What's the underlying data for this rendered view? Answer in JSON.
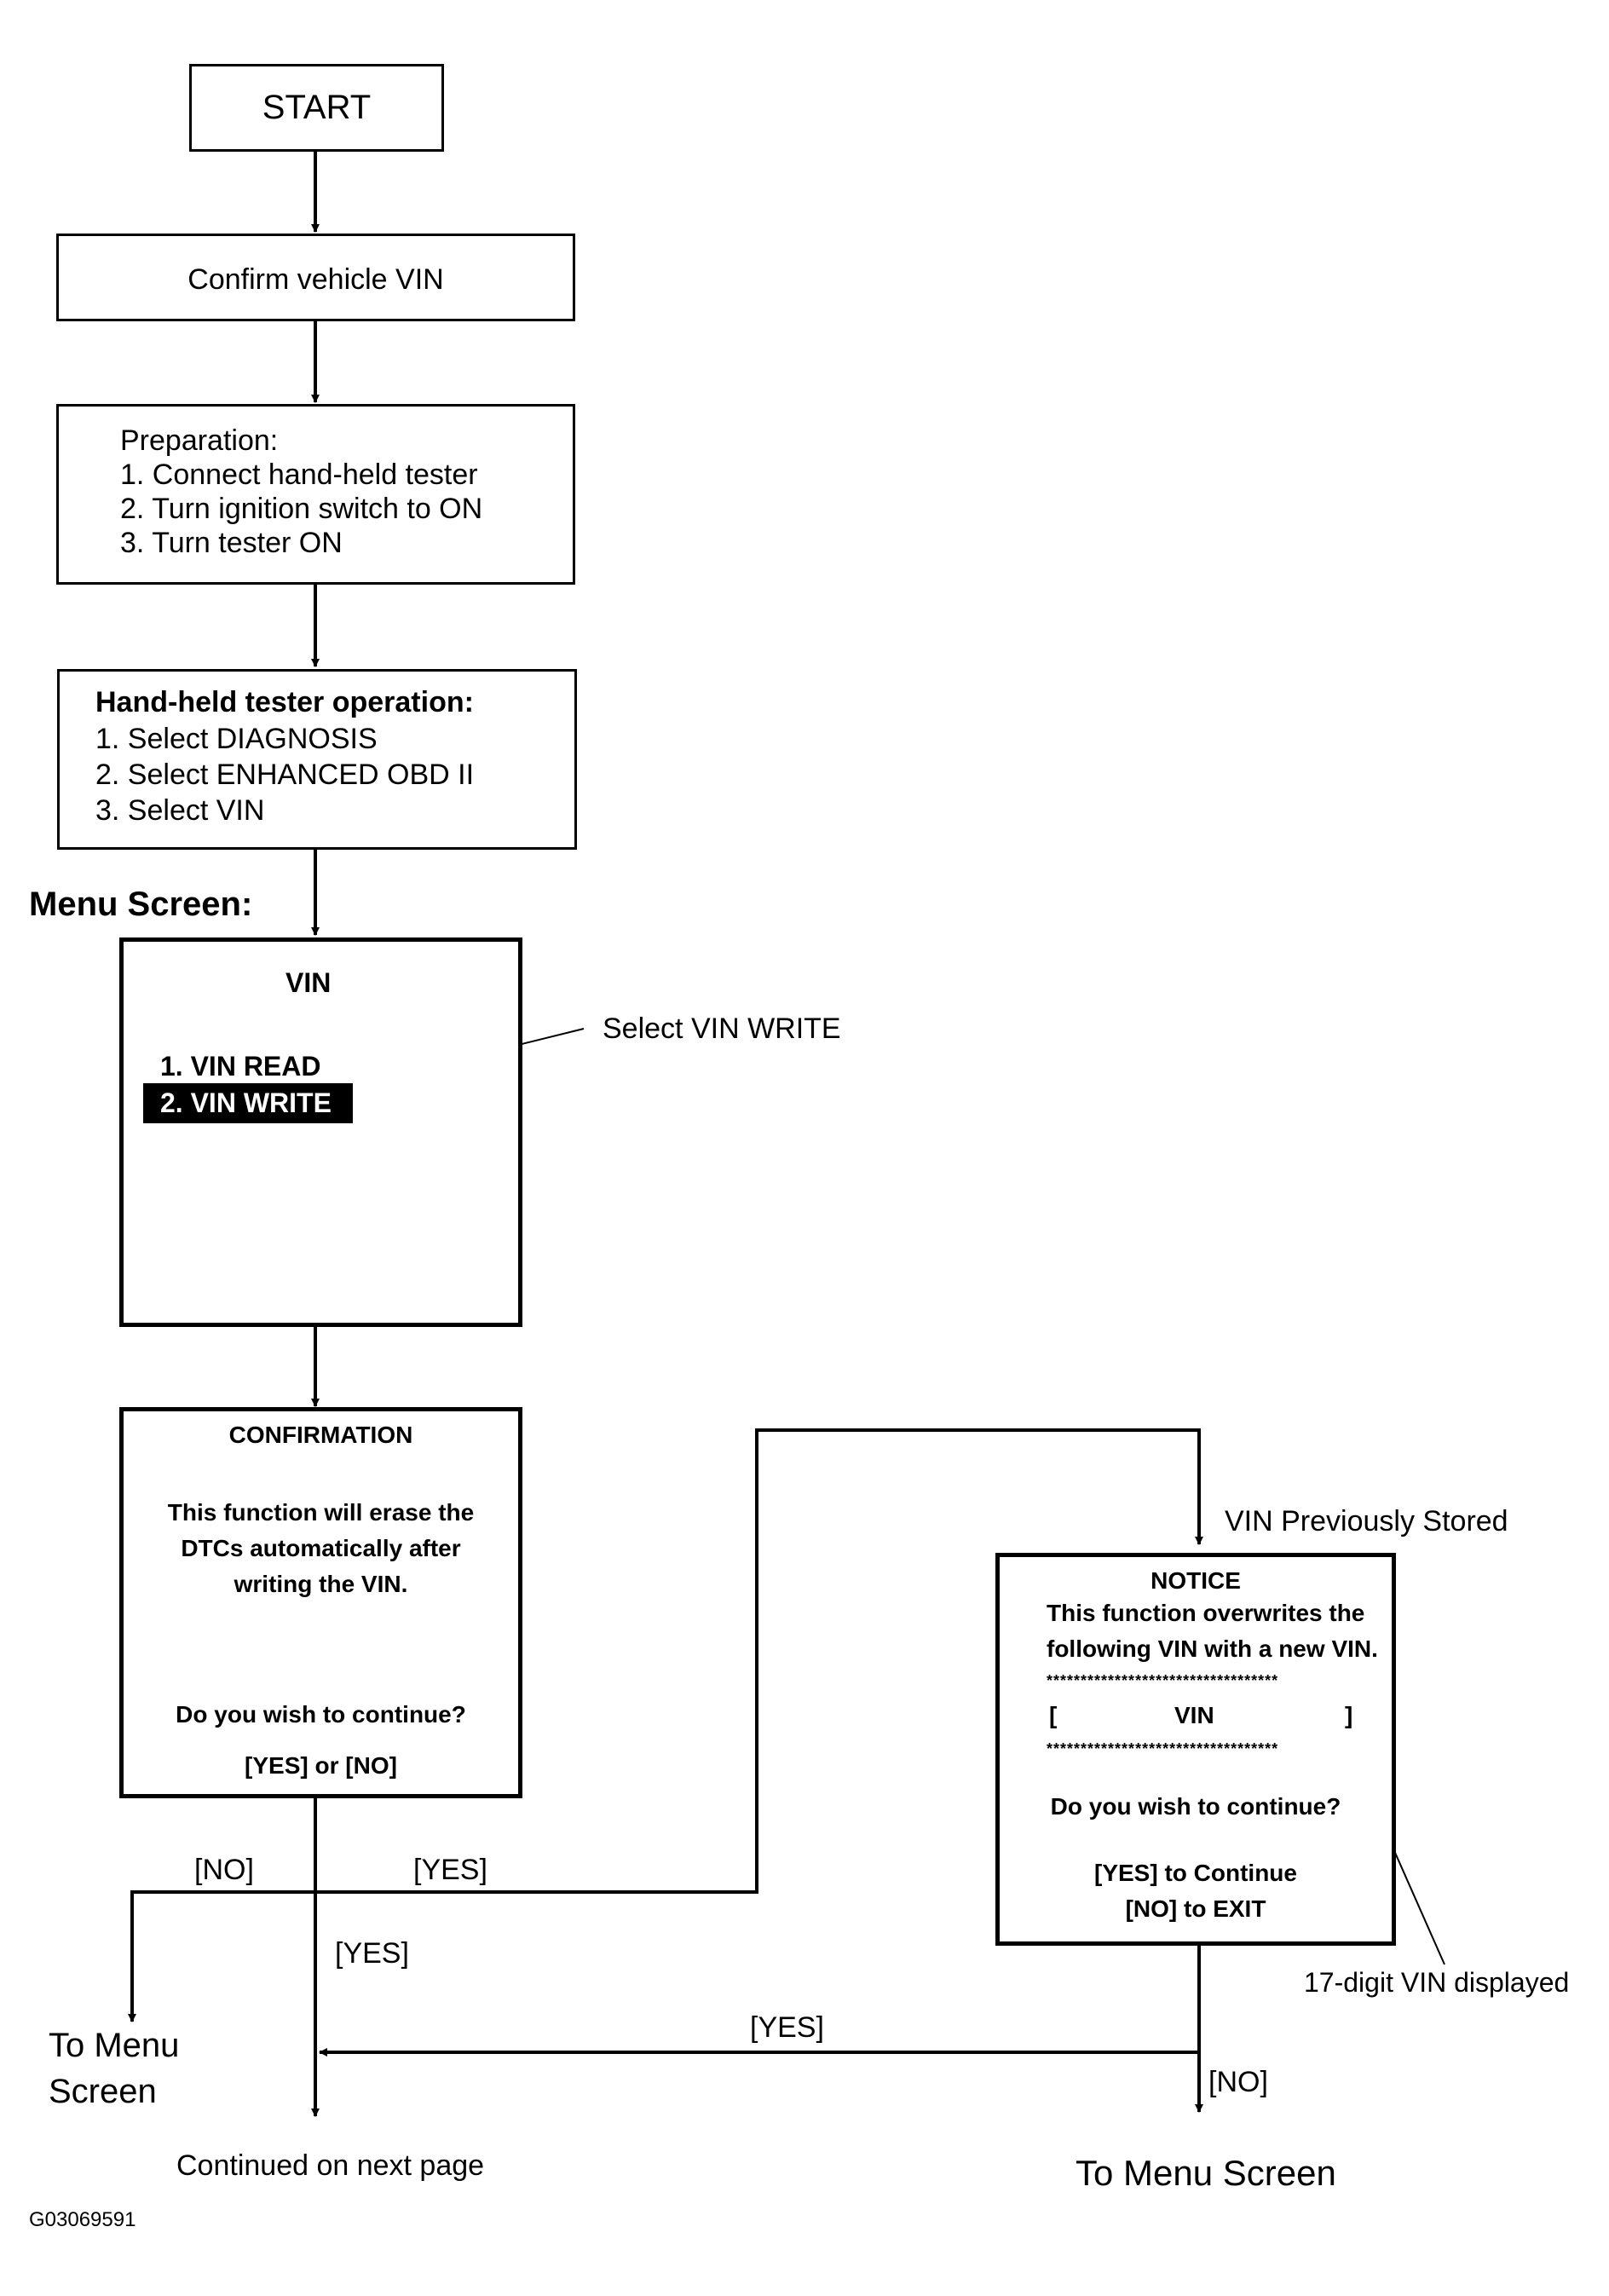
{
  "start": {
    "label": "START"
  },
  "confirm_vin": {
    "label": "Confirm vehicle VIN"
  },
  "preparation": {
    "title": "Preparation:",
    "steps": [
      "1. Connect hand-held tester",
      "2. Turn ignition switch to ON",
      "3. Turn tester ON"
    ]
  },
  "tester_operation": {
    "title": "Hand-held tester operation:",
    "steps": [
      "1. Select DIAGNOSIS",
      "2. Select ENHANCED OBD II",
      "3. Select VIN"
    ]
  },
  "menu_screen": {
    "heading": "Menu Screen:",
    "title": "VIN",
    "items": [
      "1. VIN READ",
      "2. VIN WRITE"
    ],
    "callout": "Select VIN WRITE"
  },
  "confirmation_screen": {
    "title": "CONFIRMATION",
    "message": [
      "This function will erase the",
      "DTCs automatically after",
      "writing the VIN."
    ],
    "question": "Do you wish to continue?",
    "options": "[YES] or [NO]"
  },
  "notice_screen": {
    "title": "NOTICE",
    "message": [
      "This function overwrites the",
      "following VIN with a new VIN."
    ],
    "stars": "**********************************",
    "vin_open": "[",
    "vin_label": "VIN",
    "vin_close": "]",
    "question": "Do you wish to continue?",
    "yes_option": "[YES] to Continue",
    "no_option": "[NO] to EXIT"
  },
  "labels": {
    "vin_previously_stored": "VIN Previously Stored",
    "digit_vin_displayed": "17-digit VIN displayed",
    "no_left": "[NO]",
    "yes_upper": "[YES]",
    "yes_center": "[YES]",
    "yes_bottom": "[YES]",
    "no_right": "[NO]",
    "to_menu_left": [
      "To Menu",
      "Screen"
    ],
    "to_menu_right": "To Menu Screen",
    "continued": "Continued on next page",
    "figure_id": "G03069591"
  },
  "colors": {
    "line": "#000000",
    "highlight_bg": "#000000",
    "highlight_text": "#ffffff"
  }
}
